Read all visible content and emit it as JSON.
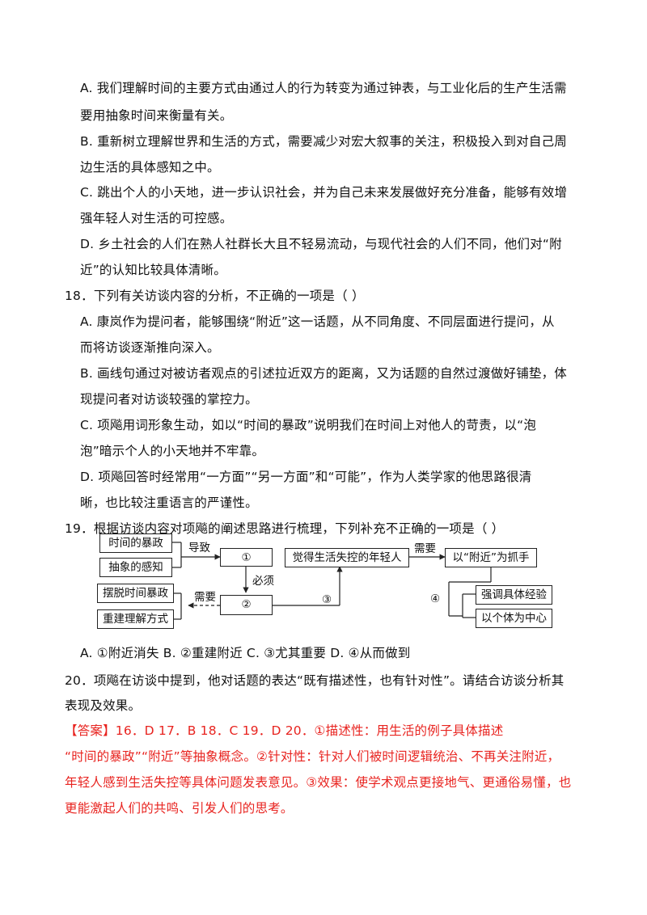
{
  "lines": [
    "A. 我们理解时间的主要方式由通过人的行为转变为通过钟表，与工业化后的生产生活需",
    "要用抽象时间来衡量有关。",
    "B. 重新树立理解世界和生活的方式，需要减少对宏大叙事的关注，积极投入到对自己周",
    "边生活的具体感知之中。",
    "C. 跳出个人的小天地，进一步认识社会，并为自己未来发展做好充分准备，能够有效增",
    "强年轻人对生活的可控感。",
    "D. 乡土社会的人们在熟人社群长大且不轻易流动，与现代社会的人们不同，他们对“附",
    "近”的认知比较具体清晰。",
    "18．下列有关访谈内容的分析，不正确的一项是（    ）",
    "A. 康岚作为提问者，能够围绕“附近”这一话题，从不同角度、不同层面进行提问，从",
    "而将访谈逐渐推向深入。",
    "B. 画线句通过对被访者观点的引述拉近双方的距离，又为话题的自然过渡做好铺垫，体",
    "现提问者对访谈较强的掌控力。",
    "C. 项飚用词形象生动，如以“时间的暴政”说明我们在时间上对他人的苛责，以“泡",
    "泡”暗示个人的小天地并不牢靠。",
    "D. 项飚回答时经常用“一方面”“另一方面”和“可能”，作为人类学家的他思路很清",
    "晰，也比较注重语言的严谨性。",
    "19．根据访谈内容对项飚的阐述思路进行梳理，下列补充不正确的一项是（    ）",
    "A. ①附近消失   B. ②重建附近      C. ③尤其重要      D. ④从而做到",
    "20．项飚在访谈中提到，他对话题的表达“既有描述性，也有针对性”。请结合访谈分析其",
    "表现及效果。"
  ],
  "answer_lines": [
    "【答案】16．D      17．B      18．C      19．D      20．①描述性：用生活的例子具体描述",
    "“时间的暴政”“附近”等抽象概念。②针对性：针对人们被时间逻辑统治、不再关注附近，",
    "年轻人感到生活失控等具体问题发表意见。③效果：使学术观点更接地气、更通俗易懂，也",
    "更能激起人们的共鸣、引发人们的思考。"
  ],
  "diagram": {
    "box_time_tyranny": "时间的暴政",
    "box_abstract_perception": "抽象的感知",
    "box_escape_tyranny": "摆脱时间暴政",
    "box_rebuild_understanding": "重建理解方式",
    "box_blank1": "①",
    "box_blank2": "②",
    "box_youth": "觉得生活失控的年轻人",
    "box_nearby": "以“附近”为抓手",
    "box_concrete_experience": "强调具体经验",
    "box_individual_center": "以个体为中心",
    "label_lead_to": "导致",
    "label_must": "必须",
    "label_need_left": "需要",
    "label_need_right": "需要",
    "label_blank3": "③",
    "label_blank4": "④"
  },
  "colors": {
    "answer": "#e8231f",
    "text": "#111111"
  }
}
